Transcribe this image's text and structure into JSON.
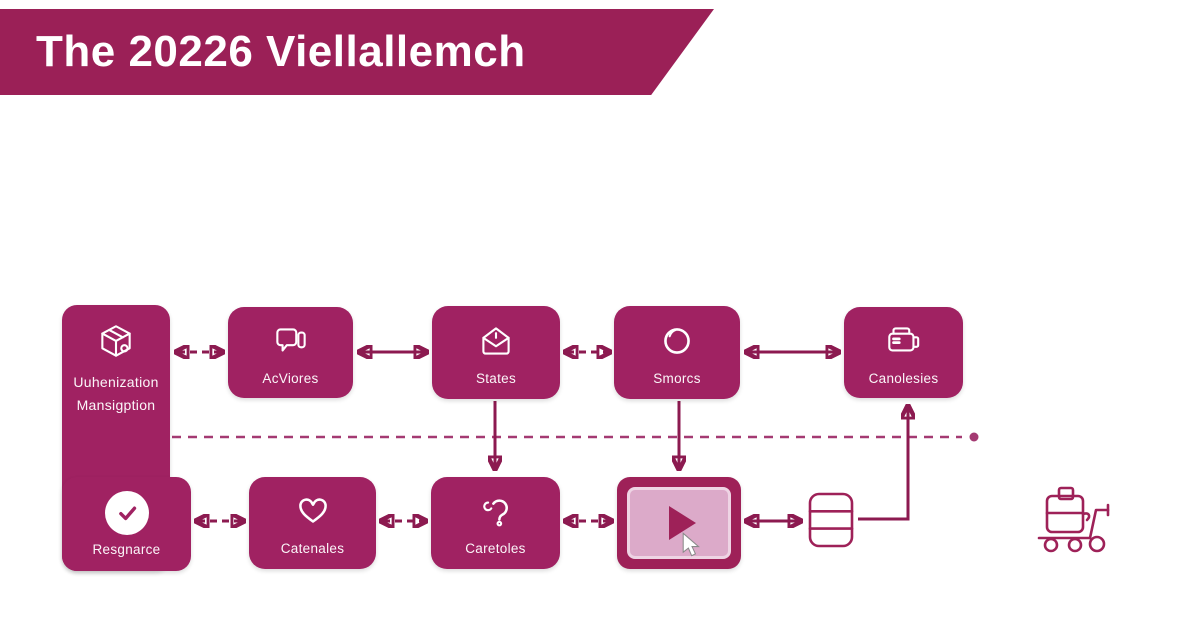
{
  "banner": {
    "title": "The 20226 Viellallemch"
  },
  "colors": {
    "banner": "#9b2057",
    "node": "#a02262",
    "arrow": "#8c1a50",
    "divider": "#a43a72",
    "video_screen": "#dcaac9"
  },
  "nodes": {
    "auth": {
      "line1": "Uuhenization",
      "line2": "Mansigption",
      "icon": "package-cube-icon"
    },
    "resource": {
      "label": "Resgnarce",
      "icon": "check-circle-icon"
    },
    "acviores": {
      "label": "AcViores",
      "icon": "feedback-bubble-icon"
    },
    "states": {
      "label": "States",
      "icon": "open-envelope-icon"
    },
    "smorcs": {
      "label": "Smorcs",
      "icon": "circle-lens-icon"
    },
    "canolesies": {
      "label": "Canolesies",
      "icon": "wallet-folder-icon"
    },
    "catenales": {
      "label": "Catenales",
      "icon": "heart-icon"
    },
    "caretoles": {
      "label": "Caretoles",
      "icon": "question-mark-icon"
    }
  },
  "misc_icons": {
    "video": "video-player-play-icon",
    "cursor": "mouse-cursor-icon",
    "server": "list-panel-icon",
    "cart": "delivery-cart-icon"
  }
}
